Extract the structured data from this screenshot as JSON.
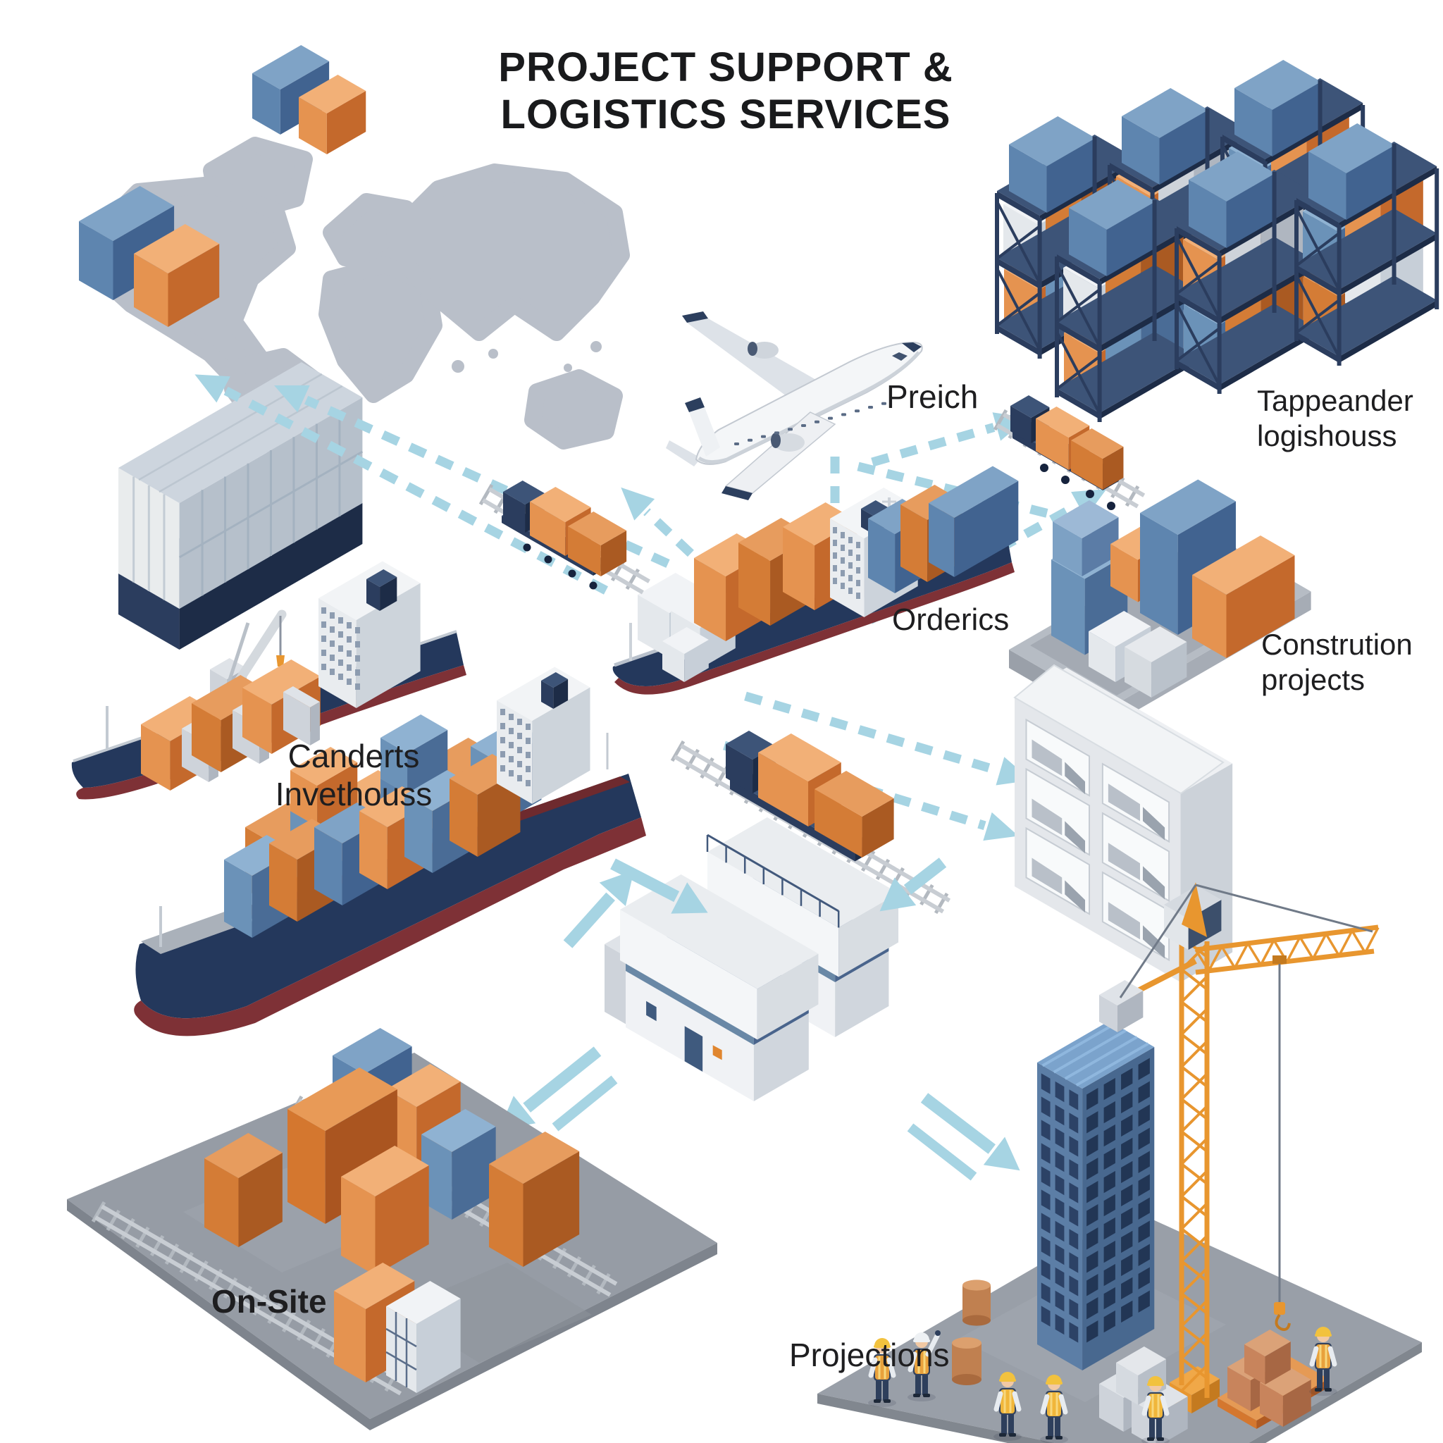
{
  "title": {
    "line1": "PROJECT SUPPORT &",
    "line2": "LOGISTICS SERVICES"
  },
  "labels": {
    "air_freight": "Preich",
    "warehouse_line1": "Tappeander",
    "warehouse_line2": "logishouss",
    "orders": "Orderics",
    "construction_line1": "Constrution",
    "construction_line2": "projects",
    "inventory_line1": "Canderts",
    "inventory_line2": "Invethouss",
    "on_site": "On-Site",
    "projections": "Projections"
  },
  "colors": {
    "background": "#ffffff",
    "map": "#b9bfc9",
    "arrow": "#a6d4e3",
    "orange": "#e08b47",
    "blue": "#5e85af",
    "navy": "#24385c",
    "hull_red": "#7e3136",
    "platform_gray": "#999fa8",
    "light_gray": "#e9ecef",
    "crane": "#e8962f",
    "vest_yellow": "#f0b63a",
    "text": "#1e1e20"
  },
  "elements": [
    "world-map-icon",
    "container-pair-icon",
    "stacked-container-block-icon",
    "cargo-ship-with-crane-icon",
    "container-ship-large-icon",
    "container-ship-center-icon",
    "cargo-airplane-icon",
    "freight-train-icon",
    "warehouse-racks-icon",
    "orders-container-platform-icon",
    "parts-shelf-icon",
    "factory-units-icon",
    "onsite-container-yard-icon",
    "construction-site-icon",
    "tower-crane-icon",
    "construction-worker-icon",
    "dashed-route-arrow-icon",
    "solid-flow-arrow-icon"
  ]
}
